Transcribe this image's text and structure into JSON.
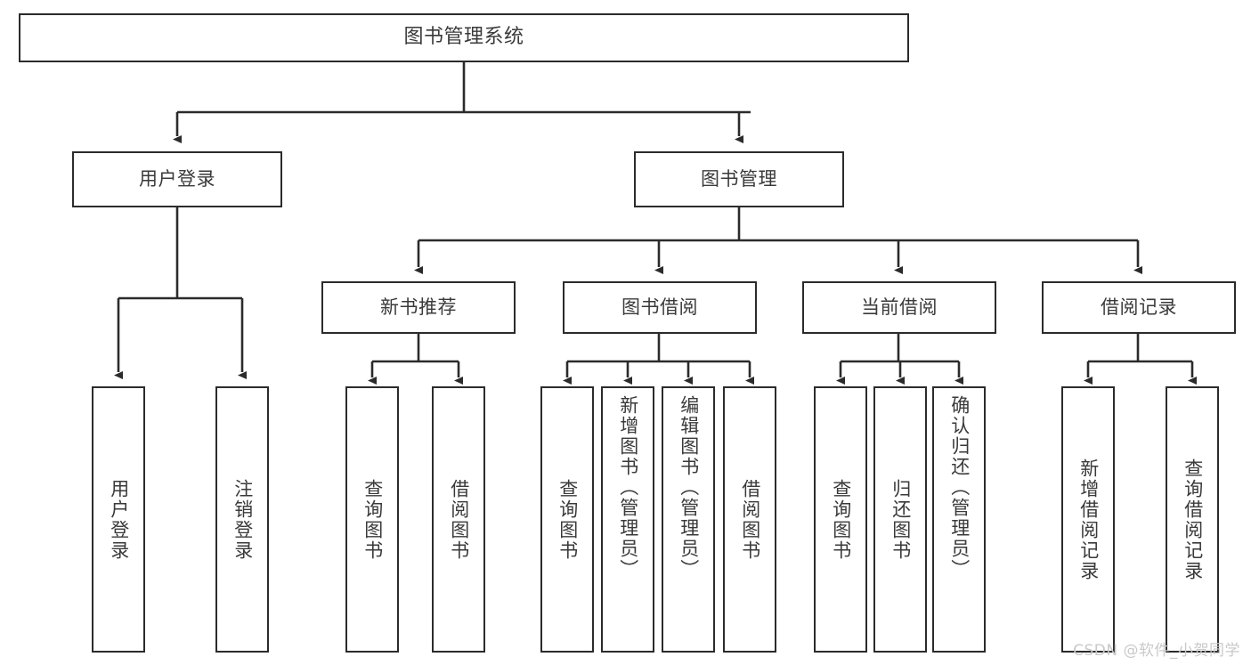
{
  "diagram": {
    "title": "图书管理系统",
    "type": "tree-hierarchy-diagram",
    "watermark": "CSDN @软件_小贺同学",
    "colors": {
      "box_border": "#2b2b2b",
      "box_fill": "#ffffff",
      "text": "#3a3a3a",
      "connector": "#333333",
      "watermark": "#c9c9c9",
      "background": "#ffffff"
    },
    "root": {
      "label": "图书管理系统"
    },
    "level1": [
      {
        "label": "用户登录"
      },
      {
        "label": "图书管理"
      }
    ],
    "level2": [
      {
        "label": "新书推荐"
      },
      {
        "label": "图书借阅"
      },
      {
        "label": "当前借阅"
      },
      {
        "label": "借阅记录"
      }
    ],
    "leaves": {
      "user_login": [
        {
          "label": "用户登录"
        },
        {
          "label": "注销登录"
        }
      ],
      "new_book_recommend": [
        {
          "label": "查询图书"
        },
        {
          "label": "借阅图书"
        }
      ],
      "book_borrow": [
        {
          "label": "查询图书"
        },
        {
          "label": "新增图书（管理员）"
        },
        {
          "label": "编辑图书（管理员）"
        },
        {
          "label": "借阅图书"
        }
      ],
      "current_borrow": [
        {
          "label": "查询图书"
        },
        {
          "label": "归还图书"
        },
        {
          "label": "确认归还（管理员）"
        }
      ],
      "borrow_record": [
        {
          "label": "新增借阅记录"
        },
        {
          "label": "查询借阅记录"
        }
      ]
    }
  }
}
